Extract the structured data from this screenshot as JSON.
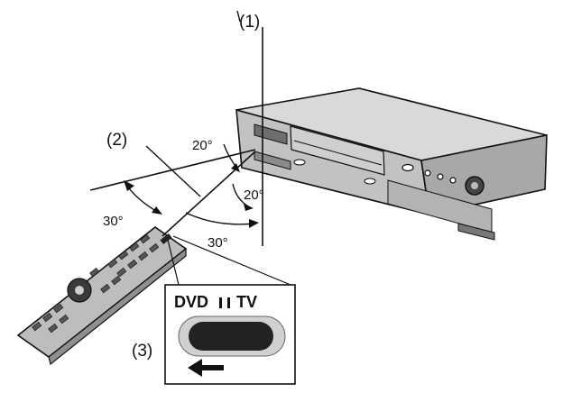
{
  "labels": {
    "label_1": "(1)",
    "label_2": "(2)",
    "label_3": "(3)"
  },
  "angles": {
    "upper_left": "20°",
    "lower_right": "20°",
    "left_30": "30°",
    "bottom_30": "30°"
  },
  "inset": {
    "dvd_label": "DVD",
    "tv_label": "TV",
    "arrow_icon": "left-arrow-icon"
  },
  "colors": {
    "ink": "#111111",
    "device_top": "#d9d9d9",
    "device_front": "#c2c2c2",
    "device_side": "#a8a8a8",
    "remote_body": "#bdbdbd",
    "switch": "#222222"
  }
}
